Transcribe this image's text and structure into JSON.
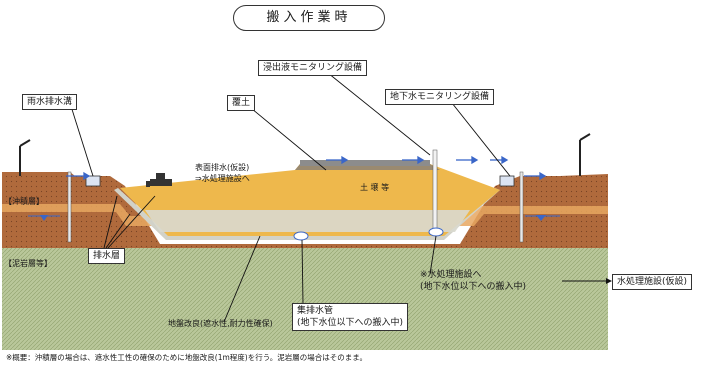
{
  "title": "搬入作業時",
  "labels": {
    "rain_ditch": "雨水排水溝",
    "leachate_monitoring": "浸出液モニタリング設備",
    "cover_soil": "覆土",
    "groundwater_monitoring": "地下水モニタリング設備",
    "surface_drain": "表面排水(仮設)",
    "to_water_treatment": "⇒水処理施設へ",
    "soil": "土 壌 等",
    "alluvial_layer": "【沖積層】",
    "mud_layer": "【泥岩層等】",
    "drain_layer": "排水層",
    "to_water_facility_line1": "※水処理施設へ",
    "to_water_facility_line2": "(地下水位以下への搬入中)",
    "water_treatment_temp": "水処理施設(仮設)",
    "collection_pipe_line1": "集排水管",
    "collection_pipe_line2": "(地下水位以下への搬入中)",
    "ground_improvement": "地盤改良(遮水性,耐力性確保)",
    "note": "※概要：沖積層の場合は、遮水性工性の確保のために地盤改良(1m程度)を行う。泥岩層の場合はそのまま。"
  },
  "colors": {
    "brown_soil": "#b06a3c",
    "orange_band": "#e8a760",
    "yellow_soil": "#eeb84c",
    "green_layer": "#b9c79a",
    "grey_liner": "#d2d2c8",
    "blue_arrow": "#3a66c8"
  }
}
